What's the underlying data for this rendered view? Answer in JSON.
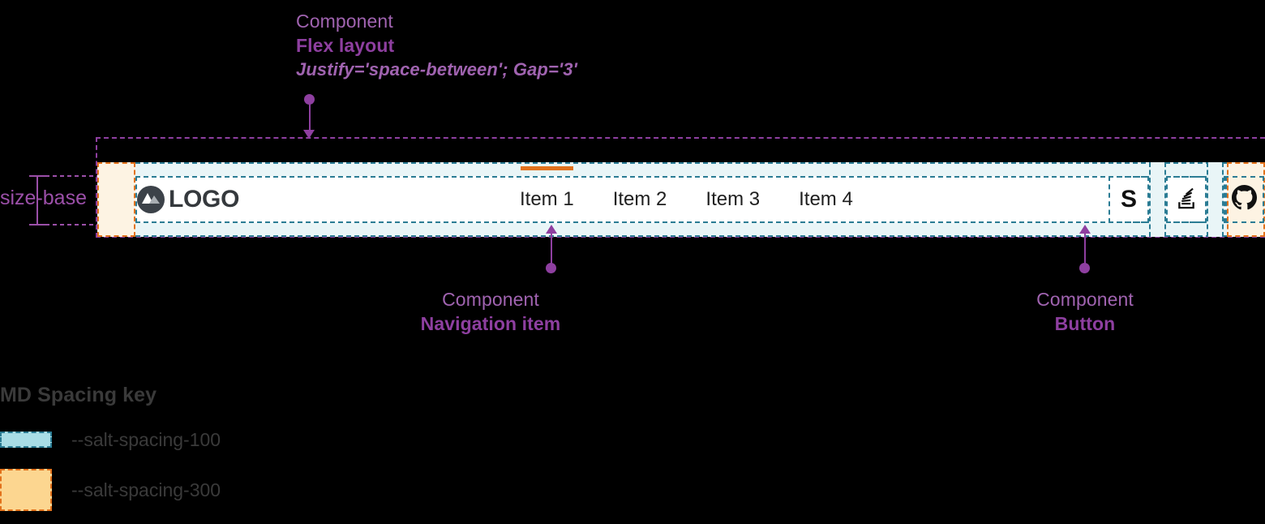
{
  "annotations": {
    "flex_layout": {
      "kind": "Component",
      "name": "Flex layout",
      "props": "Justify='space-between'; Gap='3'"
    },
    "navigation_item": {
      "kind": "Component",
      "name": "Navigation item"
    },
    "button": {
      "kind": "Component",
      "name": "Button"
    },
    "size_base": {
      "label": "size-base"
    }
  },
  "navbar": {
    "logo": {
      "icon": "mountain-logo-icon",
      "text": "LOGO"
    },
    "items": [
      {
        "label": "Item 1",
        "active": true
      },
      {
        "label": "Item 2",
        "active": false
      },
      {
        "label": "Item 3",
        "active": false
      },
      {
        "label": "Item 4",
        "active": false
      }
    ],
    "actions": [
      {
        "name": "salt-logo-button",
        "icon": "salt-s-icon",
        "glyph": "S"
      },
      {
        "name": "stack-overflow-button",
        "icon": "stack-overflow-icon",
        "glyph": ""
      },
      {
        "name": "github-button",
        "icon": "github-icon",
        "glyph": ""
      }
    ]
  },
  "spacing_key": {
    "title": "MD Spacing key",
    "entries": [
      {
        "token": "--salt-spacing-100",
        "swatch": "s100",
        "color": "#a8dde6",
        "border": "#2b7c94"
      },
      {
        "token": "--salt-spacing-300",
        "swatch": "s300",
        "color": "#fcd690",
        "border": "#e2721c"
      }
    ]
  },
  "colors": {
    "annotation_purple": "#8e3fa0",
    "spacing_100_fill": "#a8dde6",
    "spacing_100_stroke": "#2b7c94",
    "spacing_300_fill": "#fcd690",
    "spacing_300_stroke": "#e2721c",
    "active_indicator": "#e2721c",
    "navbar_bg": "#ffffff",
    "page_bg": "#000000"
  }
}
